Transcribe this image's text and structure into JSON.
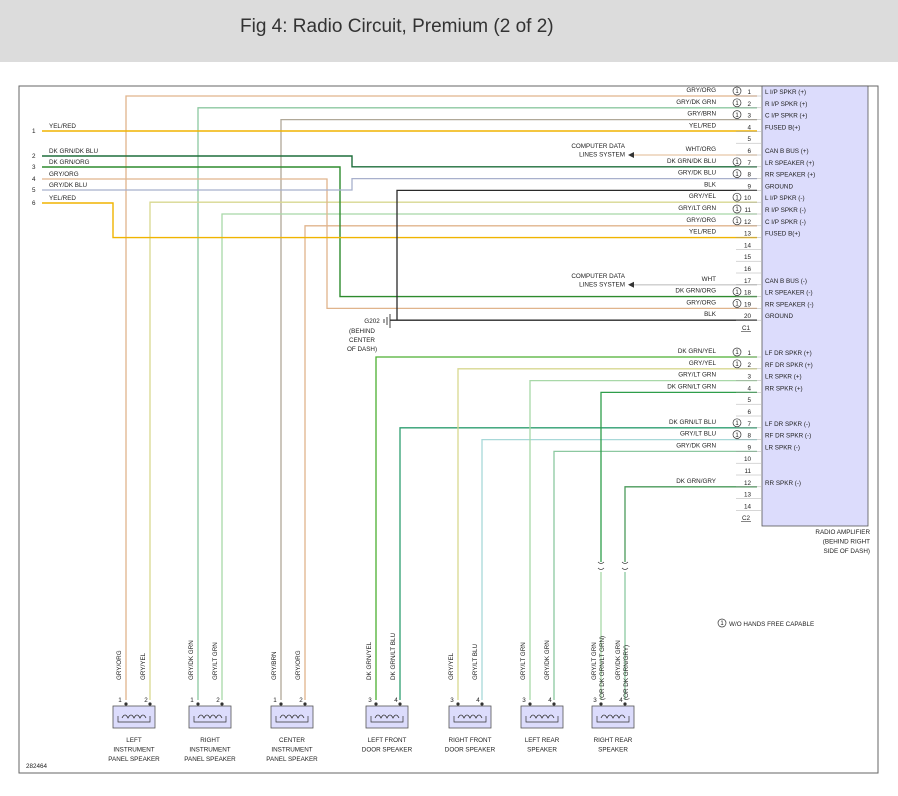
{
  "title": "Fig 4: Radio Circuit, Premium (2 of 2)",
  "diagram_id": "282464",
  "colors": {
    "amp_fill": "#dcdcfc",
    "gry_org": "#e0b48c",
    "gry_dk_grn": "#8cc8a0",
    "gry_brn": "#b0a898",
    "yel_red": "#f0b400",
    "wht_org": "#e8c8a8",
    "dk_grn_dk_blu": "#1f6e3c",
    "dk_grn_org": "#2e8b2e",
    "gry_dk_blu": "#a8b0cc",
    "blk": "#2a2a2a",
    "gry_yel": "#d8d890",
    "gry_lt_grn": "#a8d8a8",
    "wht": "#cccccc",
    "dk_grn_yel": "#4caf30",
    "dk_grn_lt_grn": "#2e9e4a",
    "dk_grn_lt_blu": "#2e9e70",
    "gry_lt_blu": "#a8d8d8",
    "dk_grn_gry": "#4a9a5a"
  },
  "left_terminals": [
    {
      "num": "1",
      "wire": "YEL/RED",
      "color_key": "yel_red"
    },
    {
      "num": "2",
      "wire": "DK GRN/DK BLU",
      "color_key": "dk_grn_dk_blu"
    },
    {
      "num": "3",
      "wire": "DK GRN/ORG",
      "color_key": "dk_grn_org"
    },
    {
      "num": "4",
      "wire": "GRY/ORG",
      "color_key": "gry_org"
    },
    {
      "num": "5",
      "wire": "GRY/DK BLU",
      "color_key": "gry_dk_blu"
    },
    {
      "num": "6",
      "wire": "YEL/RED",
      "color_key": "yel_red"
    }
  ],
  "amp_label": [
    "RADIO AMPLIFIER",
    "(BEHIND RIGHT",
    "SIDE OF DASH)"
  ],
  "c1": {
    "name": "C1",
    "pins": [
      {
        "pin": "1",
        "wire": "GRY/ORG",
        "circled": true,
        "func": "L I/P SPKR (+)",
        "color_key": "gry_org"
      },
      {
        "pin": "2",
        "wire": "GRY/DK GRN",
        "circled": true,
        "func": "R I/P SPKR (+)",
        "color_key": "gry_dk_grn"
      },
      {
        "pin": "3",
        "wire": "GRY/BRN",
        "circled": true,
        "func": "C I/P SPKR (+)",
        "color_key": "gry_brn"
      },
      {
        "pin": "4",
        "wire": "YEL/RED",
        "circled": false,
        "func": "FUSED B(+)",
        "color_key": "yel_red"
      },
      {
        "pin": "5",
        "wire": "",
        "circled": false,
        "func": "",
        "color_key": ""
      },
      {
        "pin": "6",
        "wire": "WHT/ORG",
        "circled": false,
        "func": "CAN B BUS (+)",
        "color_key": "wht_org"
      },
      {
        "pin": "7",
        "wire": "DK GRN/DK BLU",
        "circled": true,
        "func": "LR SPEAKER (+)",
        "color_key": "dk_grn_dk_blu"
      },
      {
        "pin": "8",
        "wire": "GRY/DK BLU",
        "circled": true,
        "func": "RR SPEAKER (+)",
        "color_key": "gry_dk_blu"
      },
      {
        "pin": "9",
        "wire": "BLK",
        "circled": false,
        "func": "GROUND",
        "color_key": "blk"
      },
      {
        "pin": "10",
        "wire": "GRY/YEL",
        "circled": true,
        "func": "L I/P SPKR (-)",
        "color_key": "gry_yel"
      },
      {
        "pin": "11",
        "wire": "GRY/LT GRN",
        "circled": true,
        "func": "R I/P SPKR (-)",
        "color_key": "gry_lt_grn"
      },
      {
        "pin": "12",
        "wire": "GRY/ORG",
        "circled": true,
        "func": "C I/P SPKR (-)",
        "color_key": "gry_org"
      },
      {
        "pin": "13",
        "wire": "YEL/RED",
        "circled": false,
        "func": "FUSED B(+)",
        "color_key": "yel_red"
      },
      {
        "pin": "14",
        "wire": "",
        "circled": false,
        "func": "",
        "color_key": ""
      },
      {
        "pin": "15",
        "wire": "",
        "circled": false,
        "func": "",
        "color_key": ""
      },
      {
        "pin": "16",
        "wire": "",
        "circled": false,
        "func": "",
        "color_key": ""
      },
      {
        "pin": "17",
        "wire": "WHT",
        "circled": false,
        "func": "CAN B BUS (-)",
        "color_key": "wht"
      },
      {
        "pin": "18",
        "wire": "DK GRN/ORG",
        "circled": true,
        "func": "LR SPEAKER (-)",
        "color_key": "dk_grn_org"
      },
      {
        "pin": "19",
        "wire": "GRY/ORG",
        "circled": true,
        "func": "RR SPEAKER (-)",
        "color_key": "gry_org"
      },
      {
        "pin": "20",
        "wire": "BLK",
        "circled": false,
        "func": "GROUND",
        "color_key": "blk"
      }
    ]
  },
  "c2": {
    "name": "C2",
    "pins": [
      {
        "pin": "1",
        "wire": "DK GRN/YEL",
        "circled": true,
        "func": "LF DR SPKR (+)",
        "color_key": "dk_grn_yel"
      },
      {
        "pin": "2",
        "wire": "GRY/YEL",
        "circled": true,
        "func": "RF DR SPKR (+)",
        "color_key": "gry_yel"
      },
      {
        "pin": "3",
        "wire": "GRY/LT GRN",
        "circled": false,
        "func": "LR SPKR (+)",
        "color_key": "gry_lt_grn"
      },
      {
        "pin": "4",
        "wire": "DK GRN/LT GRN",
        "circled": false,
        "func": "RR SPKR (+)",
        "color_key": "dk_grn_lt_grn"
      },
      {
        "pin": "5",
        "wire": "",
        "circled": false,
        "func": "",
        "color_key": ""
      },
      {
        "pin": "6",
        "wire": "",
        "circled": false,
        "func": "",
        "color_key": ""
      },
      {
        "pin": "7",
        "wire": "DK GRN/LT BLU",
        "circled": true,
        "func": "LF DR SPKR (-)",
        "color_key": "dk_grn_lt_blu"
      },
      {
        "pin": "8",
        "wire": "GRY/LT BLU",
        "circled": true,
        "func": "RF DR SPKR (-)",
        "color_key": "gry_lt_blu"
      },
      {
        "pin": "9",
        "wire": "GRY/DK GRN",
        "circled": false,
        "func": "LR SPKR (-)",
        "color_key": "gry_dk_grn"
      },
      {
        "pin": "10",
        "wire": "",
        "circled": false,
        "func": "",
        "color_key": ""
      },
      {
        "pin": "11",
        "wire": "",
        "circled": false,
        "func": "",
        "color_key": ""
      },
      {
        "pin": "12",
        "wire": "DK GRN/GRY",
        "circled": false,
        "func": "RR SPKR (-)",
        "color_key": "dk_grn_gry"
      },
      {
        "pin": "13",
        "wire": "",
        "circled": false,
        "func": "",
        "color_key": ""
      },
      {
        "pin": "14",
        "wire": "",
        "circled": false,
        "func": "",
        "color_key": ""
      }
    ]
  },
  "computer_data_label": [
    "COMPUTER DATA",
    "LINES SYSTEM"
  ],
  "ground_label": [
    "G202",
    "(BEHIND",
    "CENTER",
    "OF DASH)"
  ],
  "hands_free_note": {
    "symbol": "1",
    "text": "W/O HANDS FREE CAPABLE"
  },
  "speakers": [
    {
      "name": [
        "LEFT",
        "INSTRUMENT",
        "PANEL SPEAKER"
      ],
      "pins": [
        "1",
        "2"
      ],
      "wires": [
        {
          "text": "GRY/ORG",
          "color_key": "gry_org"
        },
        {
          "text": "GRY/YEL",
          "color_key": "gry_yel"
        }
      ]
    },
    {
      "name": [
        "RIGHT",
        "INSTRUMENT",
        "PANEL SPEAKER"
      ],
      "pins": [
        "1",
        "2"
      ],
      "wires": [
        {
          "text": "GRY/DK GRN",
          "color_key": "gry_dk_grn"
        },
        {
          "text": "GRY/LT GRN",
          "color_key": "gry_lt_grn"
        }
      ]
    },
    {
      "name": [
        "CENTER",
        "INSTRUMENT",
        "PANEL SPEAKER"
      ],
      "pins": [
        "1",
        "2"
      ],
      "wires": [
        {
          "text": "GRY/BRN",
          "color_key": "gry_brn"
        },
        {
          "text": "GRY/ORG",
          "color_key": "gry_org"
        }
      ]
    },
    {
      "name": [
        "LEFT FRONT",
        "DOOR SPEAKER"
      ],
      "pins": [
        "3",
        "4"
      ],
      "wires": [
        {
          "text": "DK GRN/YEL",
          "color_key": "dk_grn_yel"
        },
        {
          "text": "DK GRN/LT BLU",
          "color_key": "dk_grn_lt_blu"
        }
      ]
    },
    {
      "name": [
        "RIGHT FRONT",
        "DOOR SPEAKER"
      ],
      "pins": [
        "3",
        "4"
      ],
      "wires": [
        {
          "text": "GRY/YEL",
          "color_key": "gry_yel"
        },
        {
          "text": "GRY/LT BLU",
          "color_key": "gry_lt_blu"
        }
      ]
    },
    {
      "name": [
        "LEFT REAR",
        "SPEAKER"
      ],
      "pins": [
        "3",
        "4"
      ],
      "wires": [
        {
          "text": "GRY/LT GRN",
          "color_key": "gry_lt_grn"
        },
        {
          "text": "GRY/DK GRN",
          "color_key": "gry_dk_grn"
        }
      ]
    },
    {
      "name": [
        "RIGHT REAR",
        "SPEAKER"
      ],
      "pins": [
        "3",
        "4"
      ],
      "wires": [
        {
          "text": "GRY/LT GRN",
          "sub": "(OR DK GRN/LT GRN)",
          "color_key": "gry_lt_grn"
        },
        {
          "text": "GRY/DK GRN",
          "sub": "(OR DK GRN/GRY)",
          "color_key": "gry_dk_grn"
        }
      ]
    }
  ]
}
